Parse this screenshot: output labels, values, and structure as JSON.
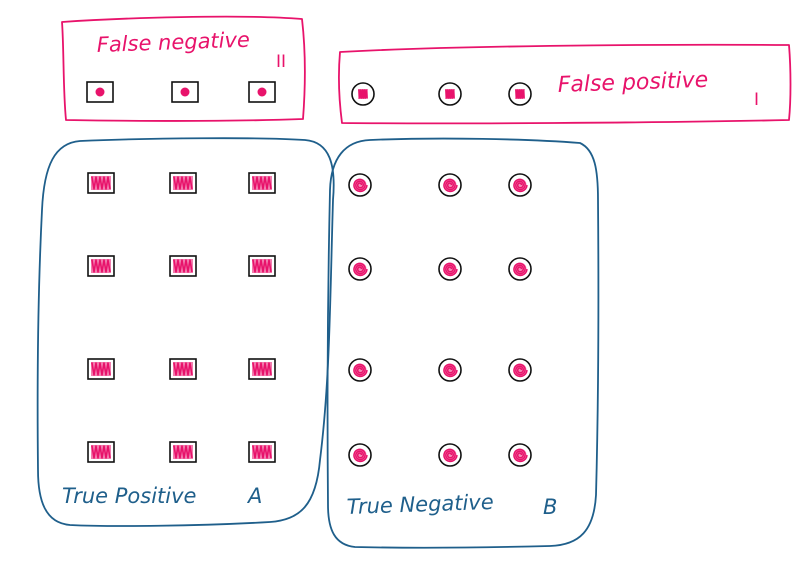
{
  "colors": {
    "pink": "#e8136b",
    "blue": "#1f5f8b",
    "black": "#111111",
    "background": "#ffffff"
  },
  "groups": {
    "false_negative": {
      "label": "False negative",
      "numeral": "II",
      "frame_color": "pink",
      "item_shape": "square",
      "items": [
        {
          "fill": "dot"
        },
        {
          "fill": "dot"
        },
        {
          "fill": "dot"
        }
      ]
    },
    "false_positive": {
      "label": "False positive",
      "numeral": "I",
      "frame_color": "pink",
      "item_shape": "circle",
      "items": [
        {
          "fill": "square-scribble"
        },
        {
          "fill": "square-scribble"
        },
        {
          "fill": "square-scribble"
        }
      ]
    },
    "true_positive": {
      "label": "True Positive",
      "letter": "A",
      "frame_color": "blue",
      "item_shape": "square",
      "rows": 4,
      "cols": 3,
      "item_fill": "scribble"
    },
    "true_negative": {
      "label": "True Negative",
      "letter": "B",
      "frame_color": "blue",
      "item_shape": "circle",
      "rows": 4,
      "cols": 3,
      "item_fill": "spiral"
    }
  }
}
